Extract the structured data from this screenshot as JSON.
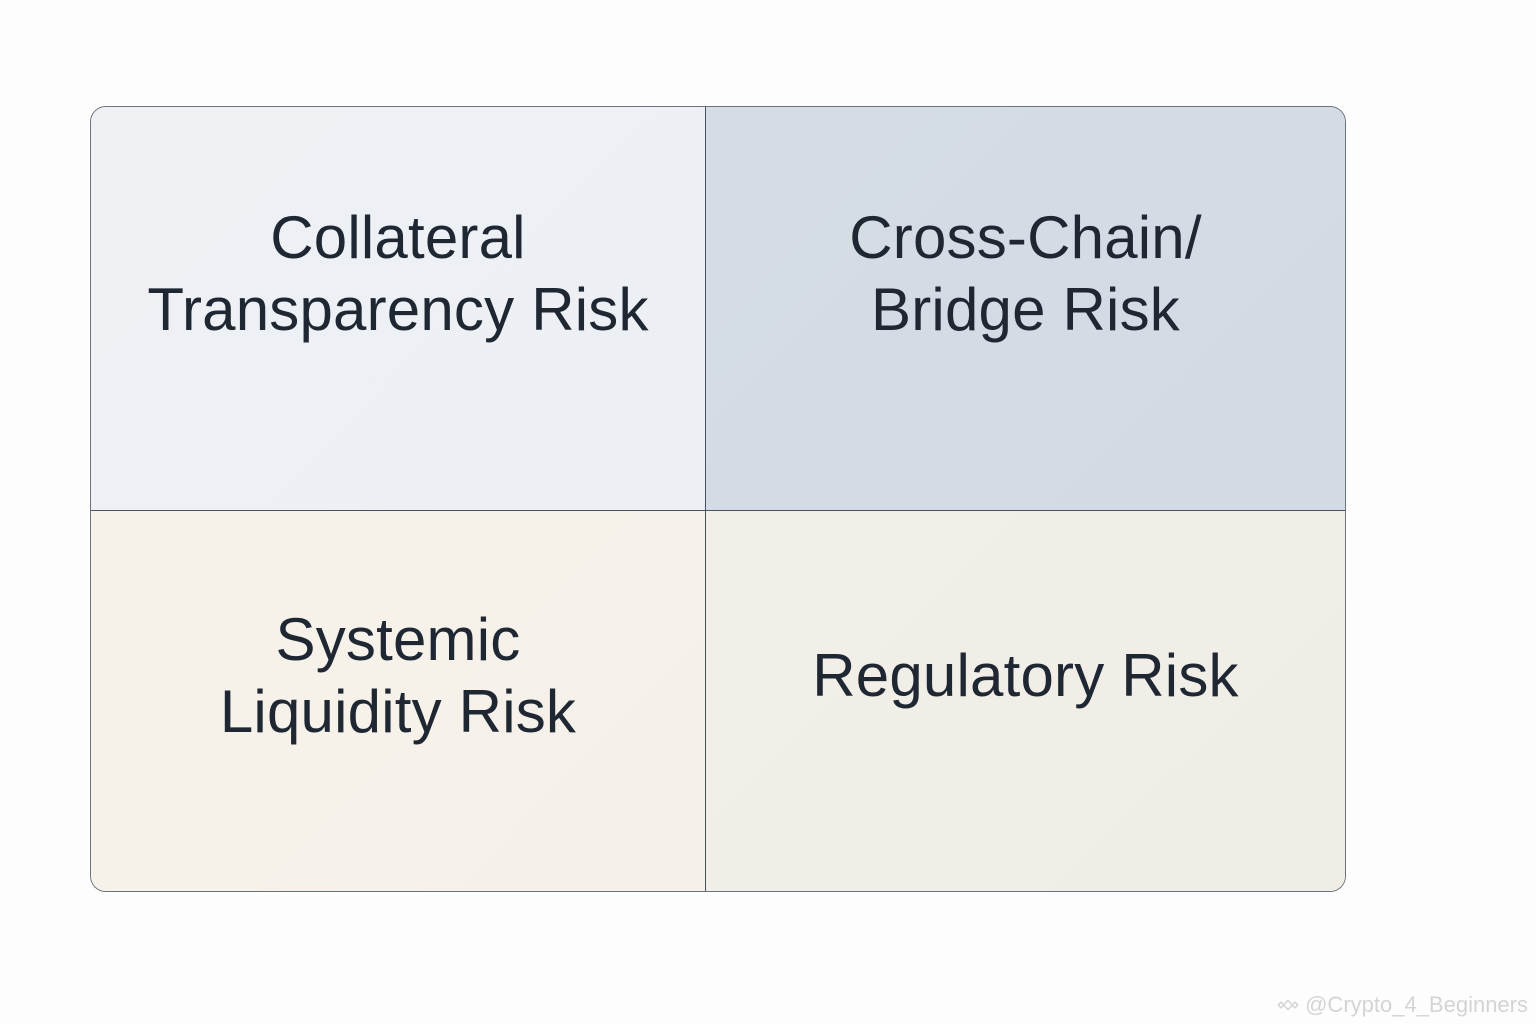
{
  "quadrants": {
    "top_left": {
      "label": "Collateral\nTransparency Risk"
    },
    "top_right": {
      "label": "Cross-Chain/\nBridge Risk"
    },
    "bottom_left": {
      "label": "Systemic\nLiquidity Risk"
    },
    "bottom_right": {
      "label": "Regulatory Risk"
    }
  },
  "watermark": {
    "text": "@Crypto_4_Beginners",
    "icon": "binance-logo-icon"
  },
  "colors": {
    "top_left_bg": "#eef0f4",
    "top_right_bg": "#d5dce5",
    "bottom_left_bg": "#f6f2ea",
    "bottom_right_bg": "#f2eee8",
    "text": "#1f2733",
    "border": "#475160"
  }
}
